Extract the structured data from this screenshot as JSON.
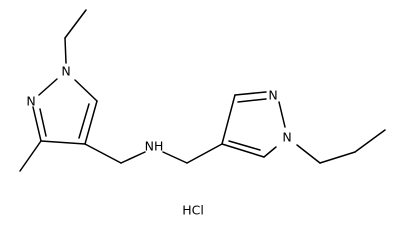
{
  "molecule": {
    "atoms": {
      "n1": "N",
      "n2": "N",
      "amine": "NH",
      "n3": "N",
      "n4": "N"
    },
    "salt": "HCl"
  },
  "colors": {
    "ink": "#000000",
    "background": "#ffffff"
  }
}
